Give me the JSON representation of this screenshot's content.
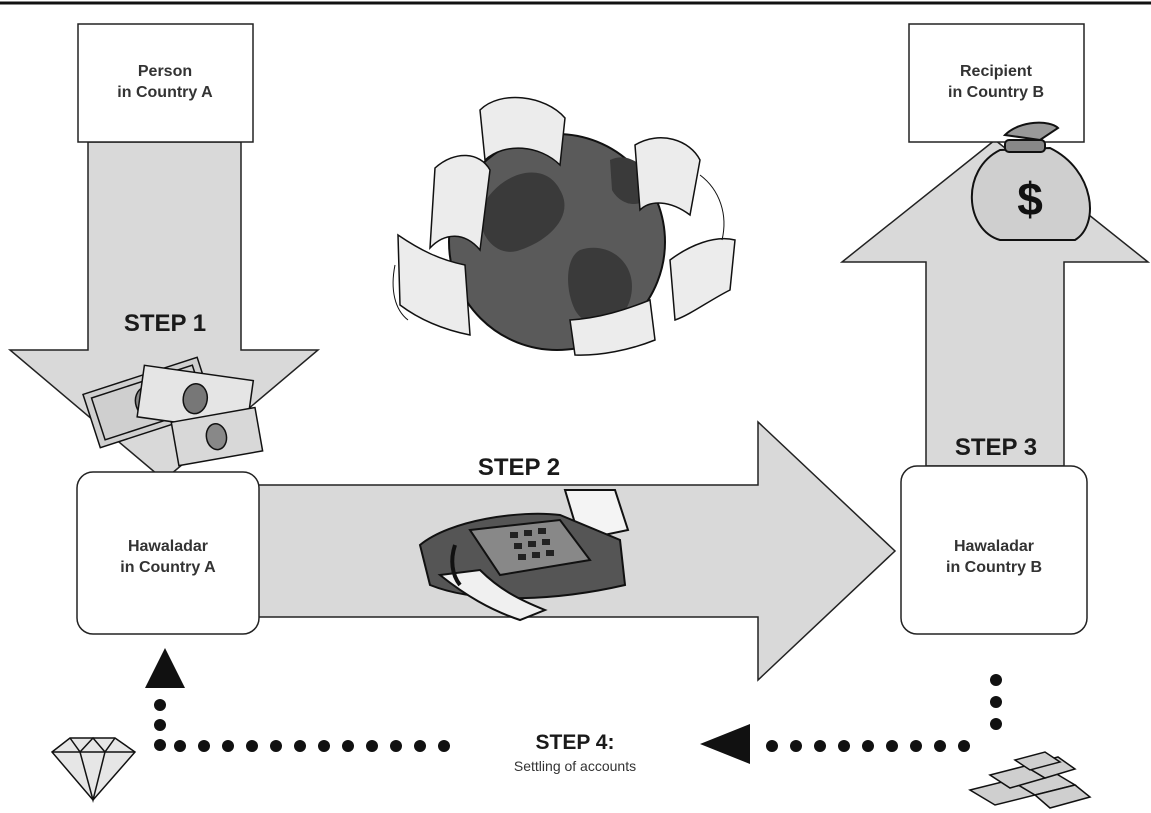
{
  "boxes": {
    "person_a": {
      "line1": "Person",
      "line2": "in Country A"
    },
    "recipient_b": {
      "line1": "Recipient",
      "line2": "in Country B"
    },
    "hawaladar_a": {
      "line1": "Hawaladar",
      "line2": "in Country A"
    },
    "hawaladar_b": {
      "line1": "Hawaladar",
      "line2": "in Country B"
    }
  },
  "steps": {
    "step1": "STEP 1",
    "step2": "STEP 2",
    "step3": "STEP 3",
    "step4": "STEP 4:",
    "step4_sub": "Settling of accounts"
  },
  "icons": [
    "dollar-bills-icon",
    "globe-with-currency-icon",
    "money-bag-icon",
    "fax-machine-icon",
    "diamond-icon",
    "gold-bars-icon"
  ],
  "colors": {
    "arrow_fill": "#d9d9d9",
    "stroke": "#222222",
    "globe": "#555555",
    "dots": "#111111"
  }
}
